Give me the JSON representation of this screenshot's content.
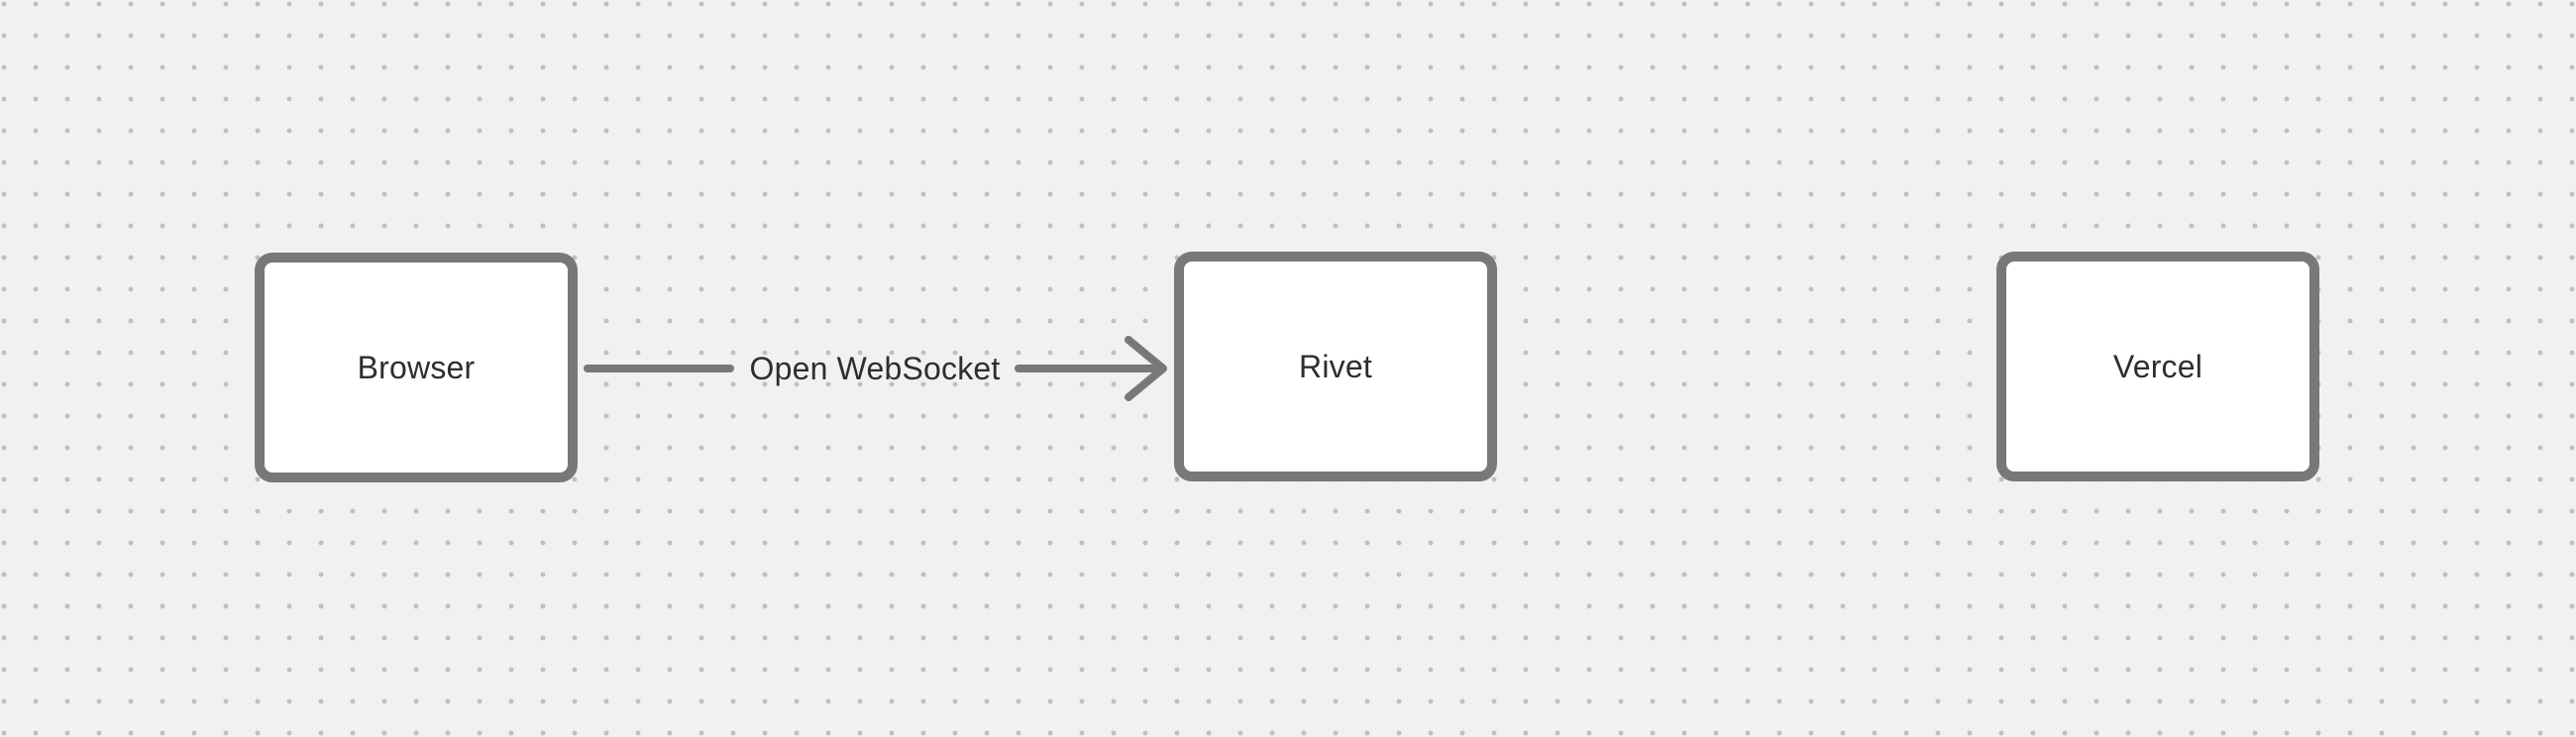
{
  "diagram": {
    "nodes": [
      {
        "id": "browser",
        "label": "Browser"
      },
      {
        "id": "rivet",
        "label": "Rivet"
      },
      {
        "id": "vercel",
        "label": "Vercel"
      }
    ],
    "edges": [
      {
        "from": "browser",
        "to": "rivet",
        "label": "Open WebSocket",
        "arrowhead": "open-chevron-right"
      }
    ]
  },
  "colors": {
    "canvas_background": "#f1f1f2",
    "grid_dot": "#bfbfbf",
    "node_fill": "#ffffff",
    "node_border": "#787878",
    "arrow": "#787878",
    "label_text": "#2e2e2e"
  }
}
